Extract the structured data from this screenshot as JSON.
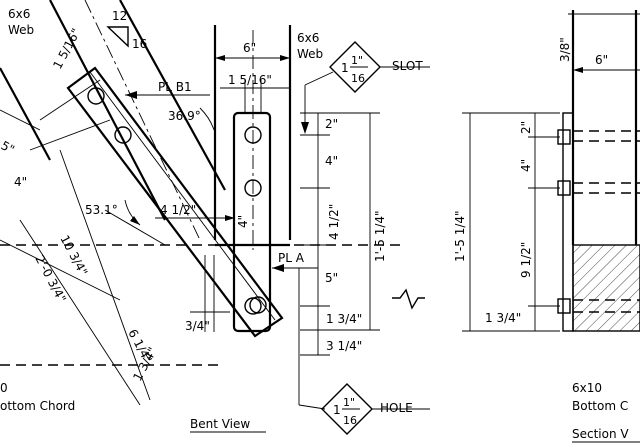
{
  "labels": {
    "web_left": [
      "6x6",
      "Web"
    ],
    "web_right": [
      "6x6",
      "Web"
    ],
    "slope_rise": "12",
    "slope_run": "16",
    "pl_b1": "PL B1",
    "pl_a": "PL A",
    "slot_tag": "SLOT",
    "hole_tag": "HOLE",
    "bottom_chord_left": [
      "0",
      "ottom Chord"
    ],
    "bottom_chord_right": [
      "6x10",
      "Bottom C"
    ],
    "bent_view": "Bent View",
    "section_view": "Section V"
  },
  "weld_symbols": {
    "slot": {
      "whole": "1",
      "num": "1\"",
      "den": "16"
    },
    "hole": {
      "whole": "1",
      "num": "1\"",
      "den": "16"
    }
  },
  "angles": {
    "upper": "36.9°",
    "lower": "53.1°"
  },
  "dimensions": {
    "left_top": "1 5/16\"",
    "left_4": "4\"",
    "left_10_3_4": "10 3/4\"",
    "left_2_0_3_4": "2'-0 3/4\"",
    "left_6_1_4": "6 1/4\"",
    "left_1_3_4": "1 3/4\"",
    "left_edge": "5\"",
    "mid_6": "6\"",
    "mid_1_5_16": "1 5/16\"",
    "mid_4_1_2": "4 1/2\"",
    "mid_4_vert": "4\"",
    "mid_3_4": "3/4\"",
    "right_2": "2\"",
    "right_4": "4\"",
    "right_4_1_2": "4 1/2\"",
    "right_5": "5\"",
    "right_1_3_4": "1 3/4\"",
    "right_3_1_4": "3 1/4\"",
    "overall_1_5_1_4": "1'-5 1/4\"",
    "sec_3_8": "3/8\"",
    "sec_6": "6\"",
    "sec_1_5_1_4": "1'-5 1/4\"",
    "sec_2": "2\"",
    "sec_4": "4\"",
    "sec_9_1_2": "9 1/2\"",
    "sec_1_3_4": "1 3/4\""
  }
}
